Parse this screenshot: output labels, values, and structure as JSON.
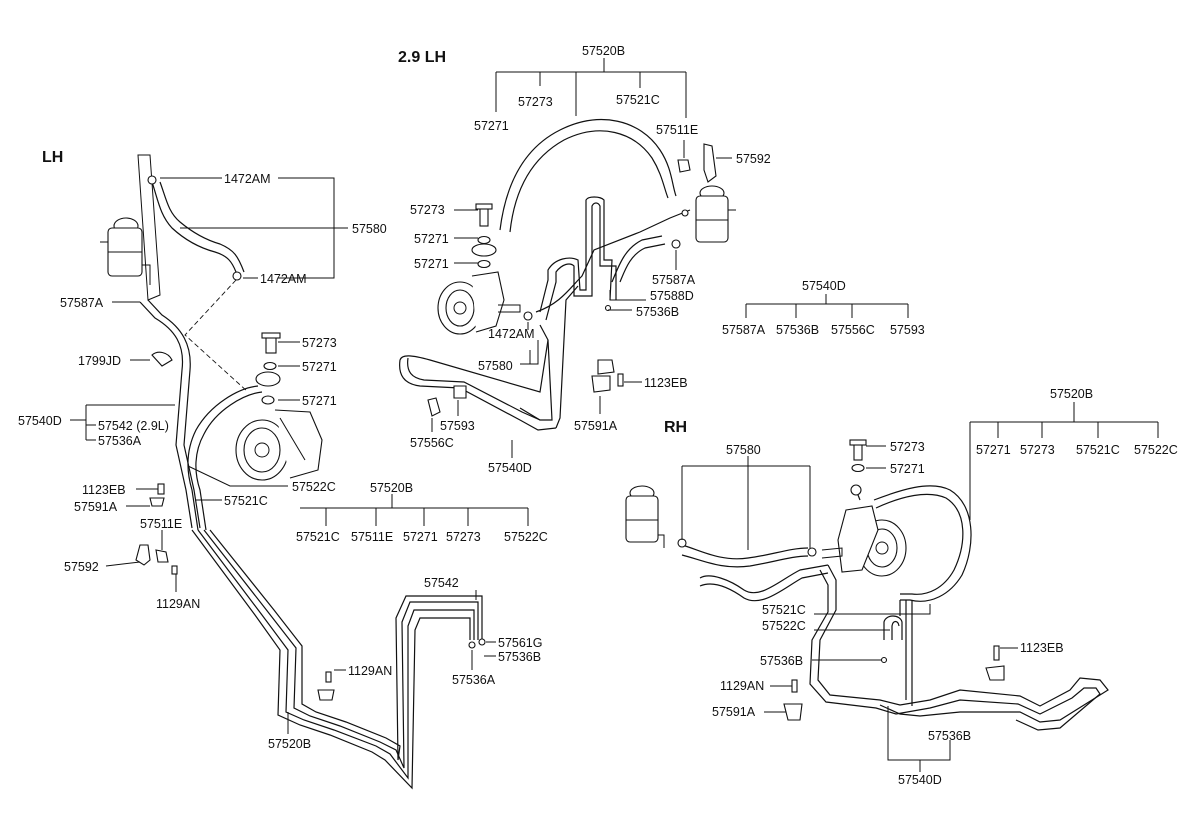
{
  "sections": {
    "lh": "LH",
    "lh29": "2.9 LH",
    "rh": "RH"
  },
  "lh_labels": {
    "p1472am_top": "1472AM",
    "p57580": "57580",
    "p1472am_bot": "1472AM",
    "p57587a": "57587A",
    "p57273": "57273",
    "p57271a": "57271",
    "p1799jd": "1799JD",
    "p57271b": "57271",
    "p57540d": "57540D",
    "p57542_29l": "57542 (2.9L)",
    "p57536a": "57536A",
    "p57522c": "57522C",
    "p1123eb": "1123EB",
    "p57591a": "57591A",
    "p57521c": "57521C",
    "p57520b_head": "57520B",
    "p57511e": "57511E",
    "p57592": "57592",
    "p1129an": "1129AN",
    "g57521c": "57521C",
    "g57511e": "57511E",
    "g57271": "57271",
    "g57273": "57273",
    "g57522c": "57522C",
    "p57542": "57542",
    "p57561g": "57561G",
    "p57536b": "57536B",
    "p57536a_2": "57536A",
    "p1129an_2": "1129AN",
    "p57520b": "57520B"
  },
  "lh29_labels": {
    "p57520b_head": "57520B",
    "g57273": "57273",
    "g57521c": "57521C",
    "g57271": "57271",
    "p57511e": "57511E",
    "p57592": "57592",
    "p57273": "57273",
    "p57271a": "57271",
    "p57271b": "57271",
    "p57587a": "57587A",
    "p57588d": "57588D",
    "p57536b": "57536B",
    "p1472am": "1472AM",
    "p57580": "57580",
    "p57540d_head": "57540D",
    "g57587a": "57587A",
    "g57536b": "57536B",
    "g57556c": "57556C",
    "g57593": "57593",
    "p1123eb": "1123EB",
    "p57593": "57593",
    "p57556c": "57556C",
    "p57591a": "57591A",
    "p57540d": "57540D"
  },
  "rh_labels": {
    "p57520b_head": "57520B",
    "g57271": "57271",
    "g57273": "57273",
    "g57521c": "57521C",
    "g57522c": "57522C",
    "p57273": "57273",
    "p57271": "57271",
    "p57580": "57580",
    "p57521c": "57521C",
    "p57522c": "57522C",
    "p57536b": "57536B",
    "p1123eb": "1123EB",
    "p1129an": "1129AN",
    "p57591a": "57591A",
    "p57536b_2": "57536B",
    "p57540d": "57540D"
  }
}
